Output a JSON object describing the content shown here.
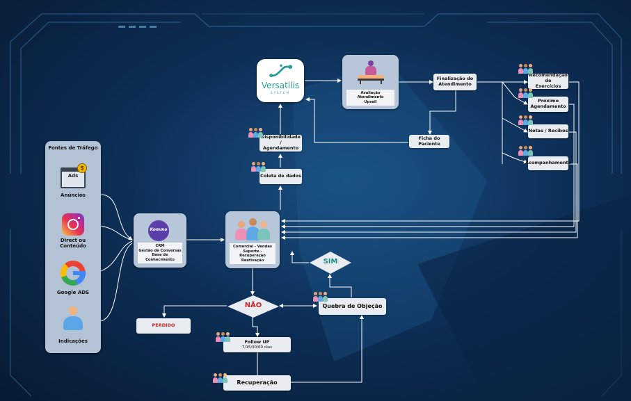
{
  "sources": {
    "title": "Fontes de Tráfego",
    "ads_badge": "Ads",
    "items": [
      "Anúncios",
      "Direct ou Conteúdo",
      "Google ADS",
      "Indicações"
    ]
  },
  "crm": {
    "logo_text": "Kommo",
    "lines": [
      "CRM",
      "Gestão de Conversas",
      "Base de Conhecimento"
    ]
  },
  "commercial": {
    "lines": [
      "Comercial - Vendas",
      "Suporte - Recuperação",
      "Reativação"
    ]
  },
  "versatilis": {
    "name": "Versatilis",
    "sub": "SYSTEM"
  },
  "avaliacao": {
    "lines": [
      "Avaliação",
      "Atendimento",
      "Upsell"
    ]
  },
  "finalizacao": [
    "Finalização do",
    "Atendimento"
  ],
  "ficha": "Ficha do Paciente",
  "outputs": [
    [
      "Recomendação de",
      "Exercícios"
    ],
    [
      "Próximo",
      "Agendamento"
    ],
    [
      "Notas / Recibos"
    ],
    [
      "Acompanhamento"
    ]
  ],
  "disponibilidade": [
    "Disponibilidade /",
    "Agendamento"
  ],
  "coleta": "Coleta de dados",
  "sim": "SIM",
  "nao": "NÃO",
  "perdido": "PERDIDO",
  "quebra": "Quebra de Objeção",
  "followup": {
    "title": "Follow UP",
    "days": "7/15/30/60 dias"
  },
  "recuperacao": "Recuperação",
  "colors": {
    "nao_red": "#c62828",
    "sim_teal": "#1f8a8a",
    "versatilis_teal": "#2a9d9a",
    "kommo_purple": "#5b3fa8"
  }
}
